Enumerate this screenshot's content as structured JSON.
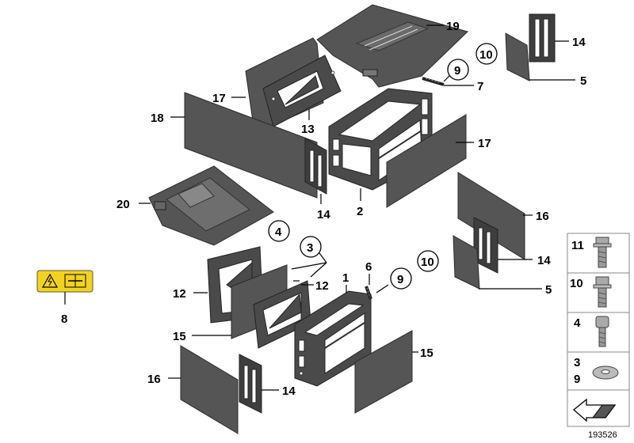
{
  "diagram": {
    "drawing_number": "193526",
    "callouts": {
      "n19": "19",
      "n14a": "14",
      "n10a": "10",
      "n9a": "9",
      "n7": "7",
      "n5a": "5",
      "n17a": "17",
      "n18": "18",
      "n13": "13",
      "n17b": "17",
      "n2": "2",
      "n14b": "14",
      "n20": "20",
      "n16a": "16",
      "n4": "4",
      "n3": "3",
      "n14c": "14",
      "n5b": "5",
      "n1": "1",
      "n6": "6",
      "n9b": "9",
      "n10b": "10",
      "n12a": "12",
      "n12b": "12",
      "n8": "8",
      "n15a": "15",
      "n15b": "15",
      "n16b": "16",
      "n14d": "14"
    },
    "fastener_legend": [
      {
        "label": "11",
        "icon": "flange-bolt-icon"
      },
      {
        "label": "10",
        "icon": "hex-collar-bolt-icon"
      },
      {
        "label": "4",
        "icon": "socket-head-screw-icon"
      },
      {
        "label": "3",
        "label2": "9",
        "icon": "washer-icon"
      },
      {
        "label": "",
        "icon": "view-direction-arrow-icon"
      }
    ],
    "warning_label_icon": "high-voltage-service-label-icon",
    "colors": {
      "warning_yellow": "#f2d31b",
      "part_gray": "#555555"
    }
  }
}
